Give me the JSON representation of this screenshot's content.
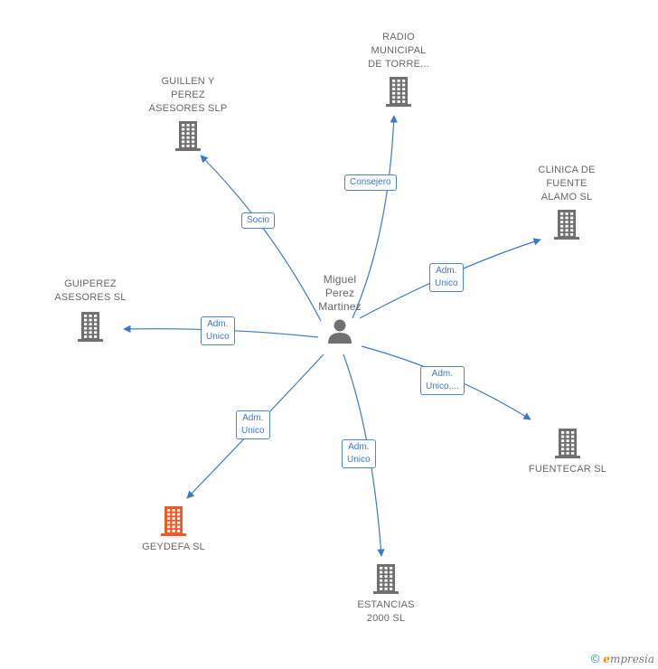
{
  "center": {
    "label": "Miguel\nPerez\nMartinez",
    "icon": "person-icon"
  },
  "companies": [
    {
      "id": "radio",
      "label": "RADIO\nMUNICIPAL\nDE TORRE...",
      "color": "#707070"
    },
    {
      "id": "guillen",
      "label": "GUILLEN Y\nPEREZ\nASESORES SLP",
      "color": "#707070"
    },
    {
      "id": "clinica",
      "label": "CLINICA DE\nFUENTE\nALAMO SL",
      "color": "#707070"
    },
    {
      "id": "guiperez",
      "label": "GUIPEREZ\nASESORES SL",
      "color": "#707070"
    },
    {
      "id": "fuentecar",
      "label": "FUENTECAR SL",
      "color": "#707070"
    },
    {
      "id": "geydefa",
      "label": "GEYDEFA SL",
      "color": "#f05a28"
    },
    {
      "id": "estancias",
      "label": "ESTANCIAS\n2000 SL",
      "color": "#707070"
    }
  ],
  "relations": [
    {
      "to": "radio",
      "label": "Consejero"
    },
    {
      "to": "guillen",
      "label": "Socio"
    },
    {
      "to": "clinica",
      "label": "Adm.\nUnico"
    },
    {
      "to": "guiperez",
      "label": "Adm.\nUnico"
    },
    {
      "to": "fuentecar",
      "label": "Adm.\nUnico,..."
    },
    {
      "to": "geydefa",
      "label": "Adm.\nUnico"
    },
    {
      "to": "estancias",
      "label": "Adm.\nUnico"
    }
  ],
  "colors": {
    "edge": "#3d78c8",
    "node_icon": "#707070",
    "highlight": "#f05a28"
  },
  "footer": {
    "copyright": "©",
    "brand_initial": "e",
    "brand_rest": "mpresia"
  }
}
